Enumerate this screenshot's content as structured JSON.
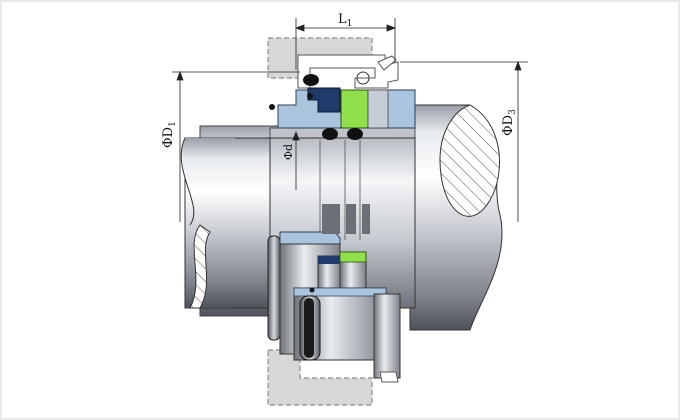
{
  "dimensions": {
    "L1": {
      "main": "L",
      "sub": "1"
    },
    "D1": {
      "main": "ΦD",
      "sub": "1"
    },
    "D3": {
      "main": "ΦD",
      "sub": "3"
    },
    "d": {
      "main": "Φd"
    }
  },
  "colors": {
    "shaft_light": "#f2f4f6",
    "shaft_dark": "#7a7e86",
    "seal_blue": "#1f3a6b",
    "gland_blue": "#aac4dd",
    "face_green": "#8fe04a",
    "oring_black": "#111111",
    "housing_dash": "#8b8b8b",
    "hatch": "#555555"
  }
}
